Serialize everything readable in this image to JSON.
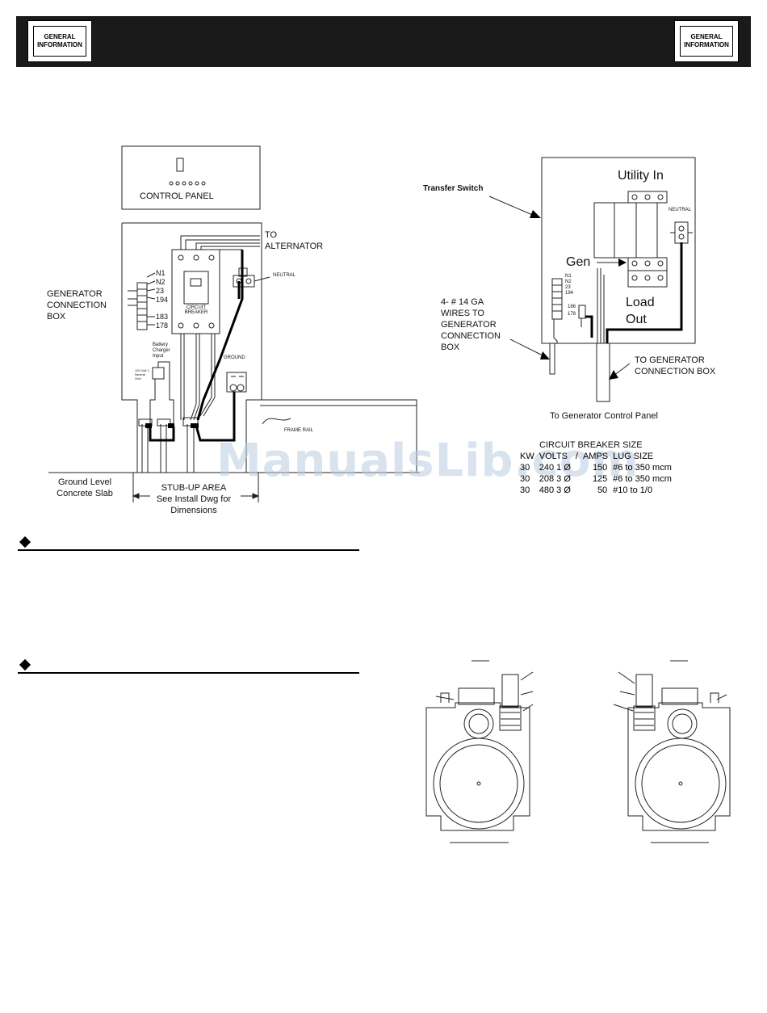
{
  "header": {
    "badge_left": "GENERAL INFORMATION",
    "badge_right": "GENERAL INFORMATION"
  },
  "left_diagram": {
    "control_panel": "CONTROL PANEL",
    "to_alternator": "TO\nALTERNATOR",
    "neutral": "NEUTRAL",
    "circuit_breaker": "CIRCUIT\nBREAKER",
    "generator_connection_box": "GENERATOR\nCONNECTION\nBOX",
    "terminals": [
      "N1",
      "N2",
      "23",
      "194",
      "183",
      "178"
    ],
    "battery_charger_input": "Battery\nCharger\nInput",
    "volt_label": "120 Volt 1\nNeutral\nGnd",
    "ground": "GROUND",
    "frame_rail": "FRAME RAIL",
    "ground_level": "Ground Level\nConcrete Slab",
    "stub_up": "STUB-UP AREA\nSee Install Dwg for\nDimensions"
  },
  "right_diagram": {
    "transfer_switch": "Transfer Switch",
    "utility_in": "Utility In",
    "neutral": "NEUTRAL",
    "gen": "Gen",
    "load_out": "Load\nOut",
    "terminals": [
      "N1",
      "N2",
      "23",
      "194"
    ],
    "t186": "186",
    "t178": "178",
    "wires_note": "4- # 14 GA\nWIRES TO\nGENERATOR\nCONNECTION\nBOX",
    "to_gen_box": "TO GENERATOR\nCONNECTION BOX",
    "to_control_panel": "To Generator Control Panel"
  },
  "breaker_table": {
    "title": "CIRCUIT BREAKER SIZE",
    "headers": [
      "KW",
      "VOLTS",
      "/",
      "AMPS",
      "LUG SIZE"
    ],
    "rows": [
      [
        "30",
        "240 1 Ø",
        "",
        "150",
        "#6 to 350 mcm"
      ],
      [
        "30",
        "208 3 Ø",
        "",
        "125",
        "#6 to 350 mcm"
      ],
      [
        "30",
        "480 3 Ø",
        "",
        "50",
        "#10 to 1/0"
      ]
    ]
  },
  "watermark": "ManualsLib.com"
}
